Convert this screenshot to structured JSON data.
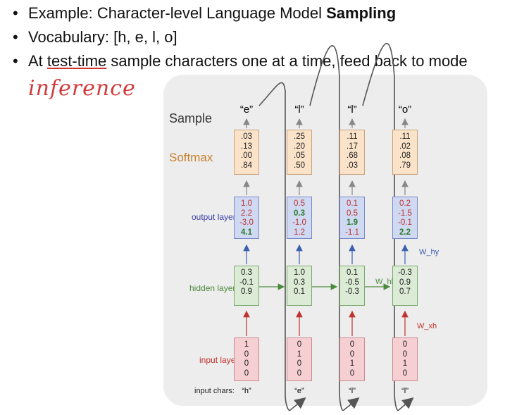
{
  "bullets": [
    {
      "text": "Example: Character-level Language Model ",
      "bold": "Sampling"
    },
    {
      "text": "Vocabulary: [h, e, l, o]"
    },
    {
      "pre": "At ",
      "underlined": "test-time",
      "post": " sample characters one at a time, feed back to mode"
    }
  ],
  "annotation": "inference",
  "labels": {
    "sample": "Sample",
    "softmax": "Softmax",
    "output": "output layer",
    "hidden": "hidden layer",
    "input": "input layer",
    "input_chars": "input chars:"
  },
  "weights": {
    "w_hy": "W_hy",
    "w_hh": "W_hh",
    "w_xh": "W_xh"
  },
  "colors": {
    "softmax": "#c87f2e",
    "output": "#3a3fa8",
    "hidden": "#4b8a3c",
    "input": "#c0322f"
  },
  "columns": [
    {
      "sample": "“e”",
      "softmax": [
        ".03",
        ".13",
        ".00",
        ".84"
      ],
      "output": [
        "1.0",
        "2.2",
        "-3.0",
        "4.1"
      ],
      "hidden": [
        "0.3",
        "-0.1",
        "0.9"
      ],
      "input": [
        "1",
        "0",
        "0",
        "0"
      ],
      "char": "“h”"
    },
    {
      "sample": "“l”",
      "softmax": [
        ".25",
        ".20",
        ".05",
        ".50"
      ],
      "output": [
        "0.5",
        "0.3",
        "-1.0",
        "1.2"
      ],
      "hidden": [
        "1.0",
        "0.3",
        "0.1"
      ],
      "input": [
        "0",
        "1",
        "0",
        "0"
      ],
      "char": "“e”"
    },
    {
      "sample": "“l”",
      "softmax": [
        ".11",
        ".17",
        ".68",
        ".03"
      ],
      "output": [
        "0.1",
        "0.5",
        "1.9",
        "-1.1"
      ],
      "hidden": [
        "0.1",
        "-0.5",
        "-0.3"
      ],
      "input": [
        "0",
        "0",
        "1",
        "0"
      ],
      "char": "“l”"
    },
    {
      "sample": "“o”",
      "softmax": [
        ".11",
        ".02",
        ".08",
        ".79"
      ],
      "output": [
        "0.2",
        "-1.5",
        "-0.1",
        "2.2"
      ],
      "hidden": [
        "-0.3",
        "0.9",
        "0.7"
      ],
      "input": [
        "0",
        "0",
        "1",
        "0"
      ],
      "char": "“l”"
    }
  ],
  "output_highlight": [
    3,
    1,
    2,
    3
  ]
}
